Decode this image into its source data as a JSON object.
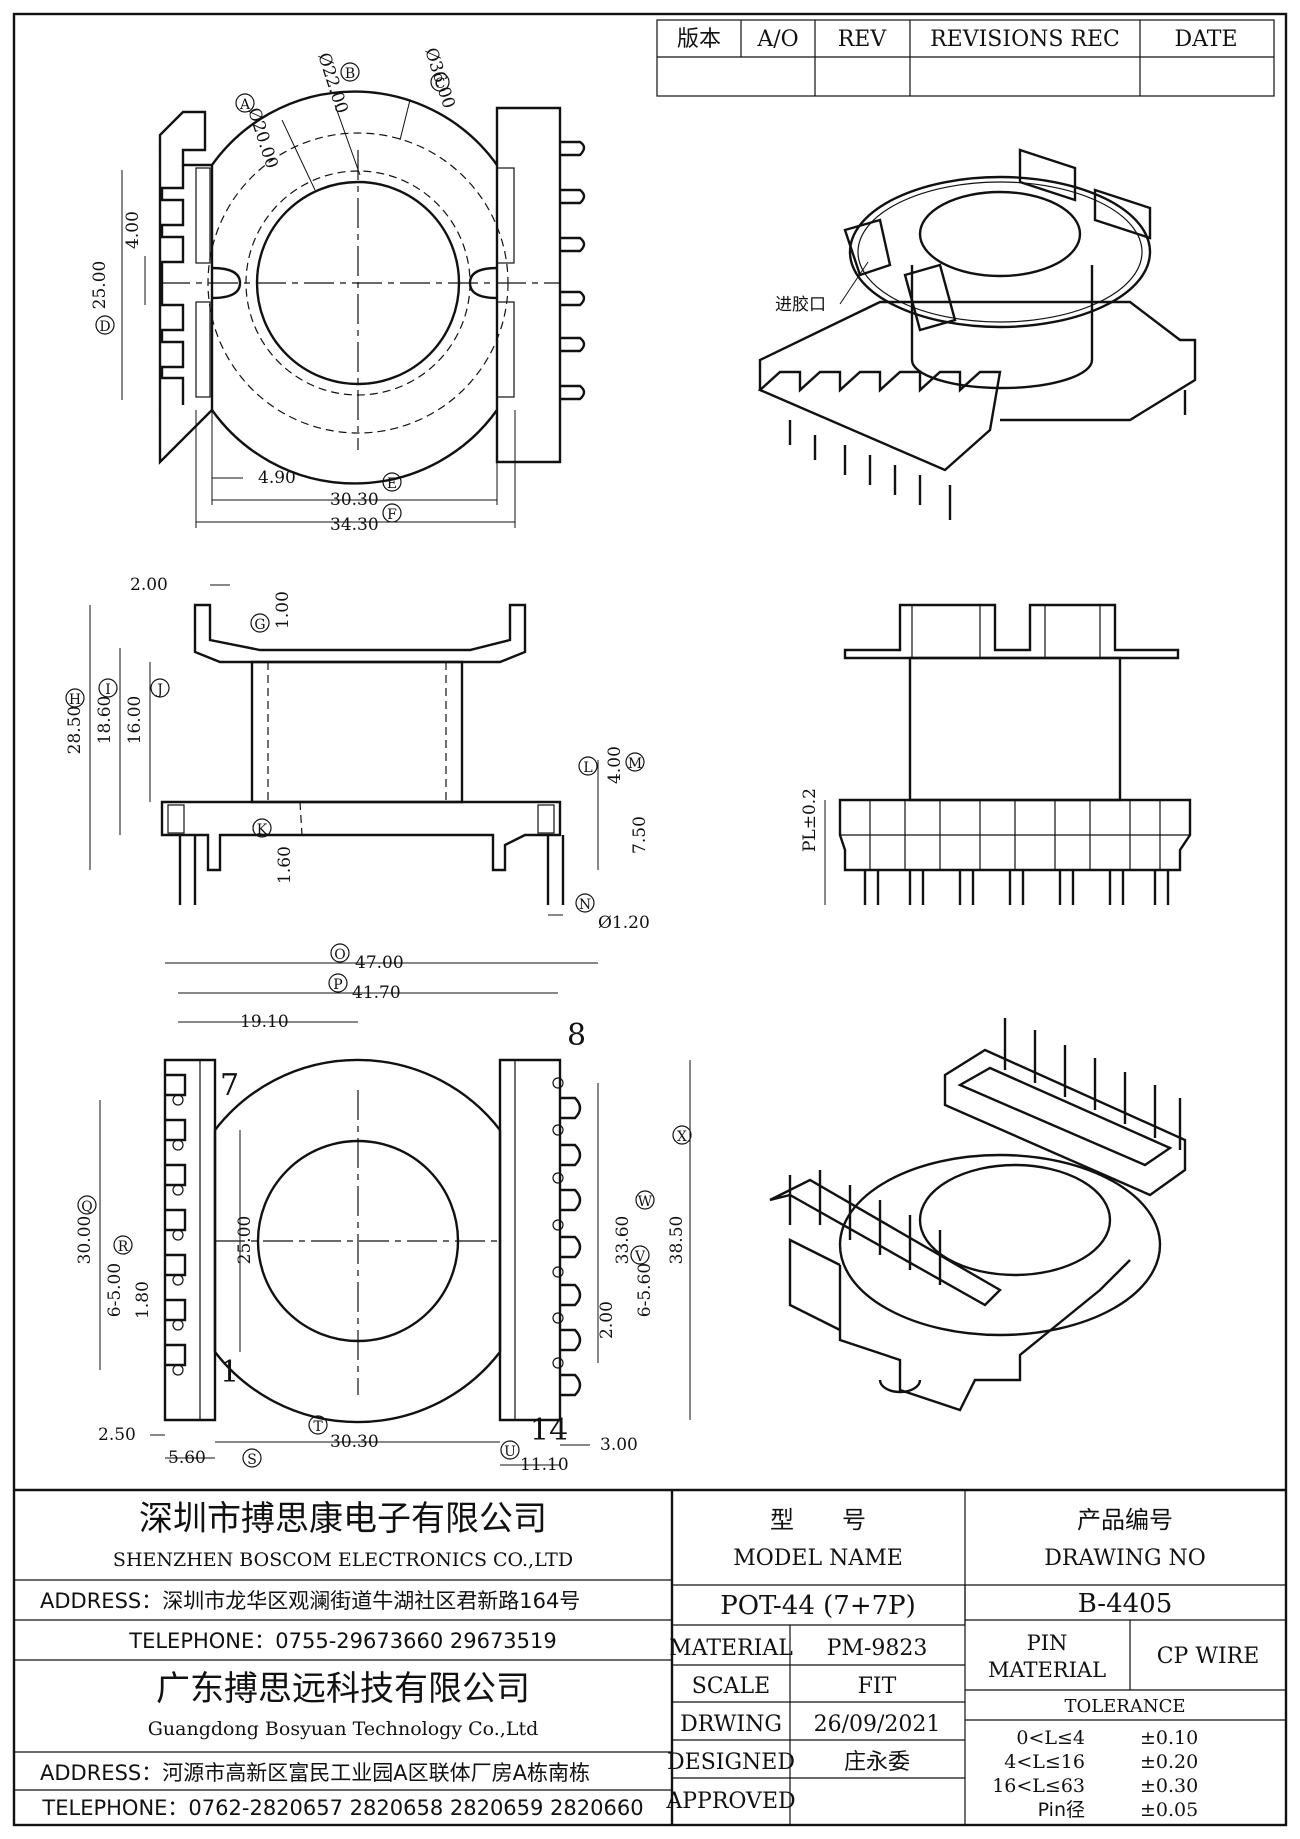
{
  "revision_header": {
    "ver_cn": "版本",
    "ver": "A/O",
    "rev": "REV",
    "revisions": "REVISIONS REC",
    "date": "DATE"
  },
  "top_view": {
    "circle_labels": {
      "A": "Ø20.00",
      "B": "Ø22.00",
      "C": "Ø36.00"
    },
    "dims": {
      "d4": "4.00",
      "d25": "25.00",
      "d490": "4.90",
      "d3030": "30.30",
      "d3430": "34.30"
    }
  },
  "side_view": {
    "dims": {
      "d200": "2.00",
      "d100": "1.00",
      "d2850": "28.50",
      "d1860": "18.60",
      "d1600": "16.00",
      "d400": "4.00",
      "d750": "7.50",
      "d160": "1.60",
      "dpin": "Ø1.20"
    }
  },
  "front_view": {
    "pl_label": "PL±0.2"
  },
  "bottom_view": {
    "pin_labels": {
      "p8": "8",
      "p7": "7",
      "p1": "1",
      "p14": "14"
    },
    "dims": {
      "d4700": "47.00",
      "d4170": "41.70",
      "d1910": "19.10",
      "d3000": "30.00",
      "d2500": "25.00",
      "d6500": "6-5.00",
      "d180": "1.80",
      "d250": "2.50",
      "d560": "5.60",
      "d3030b": "30.30",
      "d3360": "33.60",
      "d3850": "38.50",
      "d6560": "6-5.60",
      "d200b": "2.00",
      "d1110": "11.10",
      "d300": "3.00"
    }
  },
  "iso_top": {
    "gate_label": "进胶口"
  },
  "letters": [
    "A",
    "B",
    "C",
    "D",
    "E",
    "F",
    "G",
    "H",
    "I",
    "J",
    "K",
    "L",
    "M",
    "N",
    "O",
    "P",
    "Q",
    "R",
    "S",
    "T",
    "U",
    "V",
    "W",
    "X"
  ],
  "title_block": {
    "company_cn": "深圳市搏思康电子有限公司",
    "company_en": "SHENZHEN BOSCOM ELECTRONICS CO.,LTD",
    "address1": "ADDRESS：深圳市龙华区观澜街道牛湖社区君新路164号",
    "telephone1": "TELEPHONE：0755-29673660 29673519",
    "company2_cn": "广东搏思远科技有限公司",
    "company2_en": "Guangdong Bosyuan Technology Co.,Ltd",
    "address2": "ADDRESS：河源市高新区富民工业园A区联体厂房A栋南栋",
    "telephone2": "TELEPHONE：0762-2820657 2820658 2820659 2820660",
    "model_cn": "型　　号",
    "model_en": "MODEL NAME",
    "model_value": "POT-44 (7+7P)",
    "drawing_cn": "产品编号",
    "drawing_en": "DRAWING NO",
    "drawing_value": "B-4405",
    "material_label": "MATERIAL",
    "material_value": "PM-9823",
    "scale_label": "SCALE",
    "scale_value": "FIT",
    "drawing_label": "DRWING",
    "date_value": "26/09/2021",
    "designed_label": "DESIGNED",
    "designer": "庄永委",
    "approved_label": "APPROVED",
    "pin_material_label1": "PIN",
    "pin_material_label2": "MATERIAL",
    "pin_material_value": "CP WIRE",
    "tolerance_label": "TOLERANCE",
    "tolerances": [
      {
        "range": "0<L≤4",
        "value": "±0.10"
      },
      {
        "range": "4<L≤16",
        "value": "±0.20"
      },
      {
        "range": "16<L≤63",
        "value": "±0.30"
      },
      {
        "range": "Pin径",
        "value": "±0.05"
      }
    ]
  }
}
